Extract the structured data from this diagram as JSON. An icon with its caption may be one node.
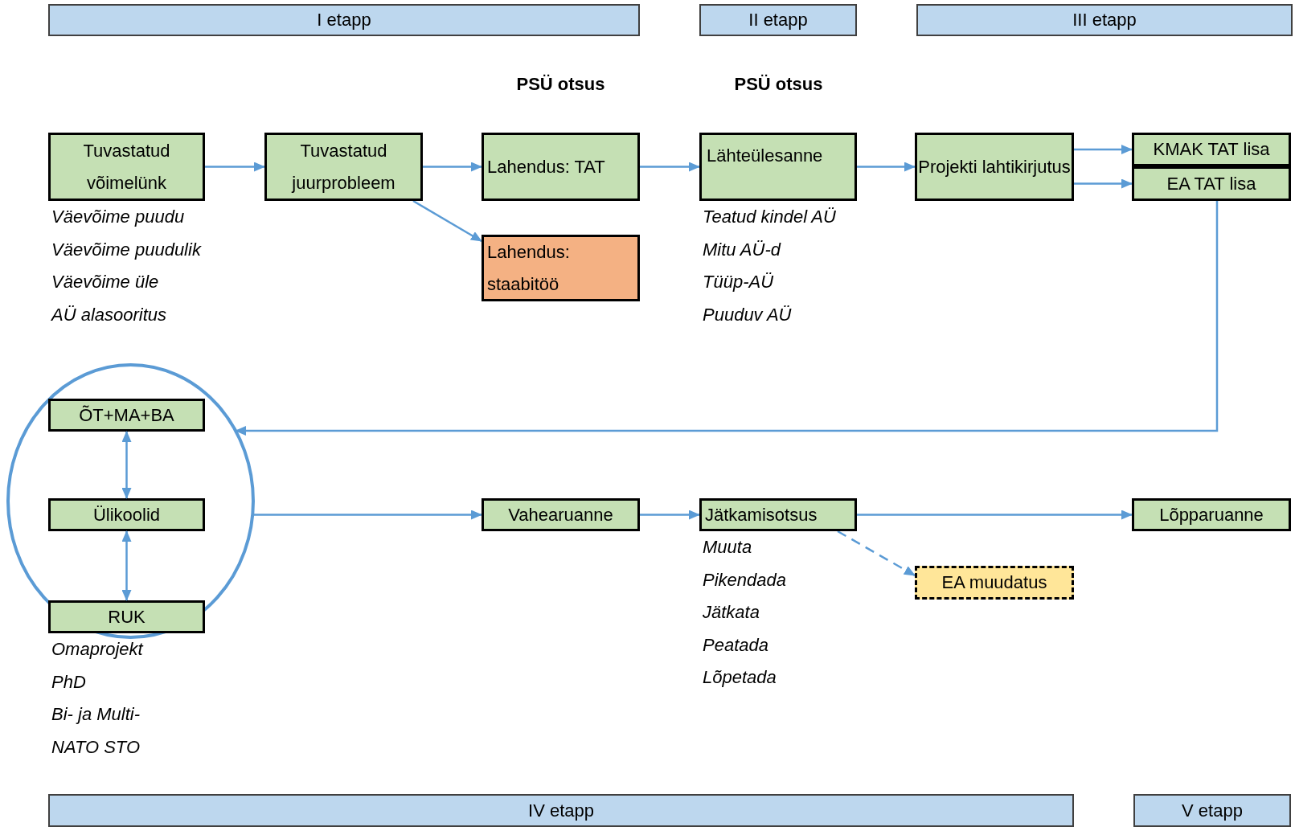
{
  "diagram": {
    "nodes": [
      {
        "text": [
          "I etapp"
        ]
      },
      {
        "text": [
          "II etapp"
        ]
      },
      {
        "text": [
          "III etapp"
        ]
      },
      {
        "text": [
          "Tuvastatud võimelünk"
        ],
        "beside": [
          "Väevõime puudu",
          "Väevõime puudulik",
          "Väevõime üle",
          "AÜ alasooritus"
        ]
      },
      {
        "text": [
          "Tuvastatud juurprobleem"
        ]
      },
      {
        "text": [
          "Lahendus: TAT"
        ]
      },
      {
        "text": [
          "Lahendus: staabitöö"
        ]
      },
      {
        "text": [
          "Lähteülesanne"
        ],
        "beside": [
          "Teatud kindel AÜ",
          "Mitu AÜ-d",
          "Tüüp-AÜ",
          "Puuduv AÜ"
        ]
      },
      {
        "text": [
          "Projekti lahtikirjutus"
        ]
      },
      {
        "text": [
          "KMAK TAT lisa"
        ]
      },
      {
        "text": [
          "EA TAT lisa"
        ]
      },
      {
        "text": [],
        "shape": "ellipse"
      },
      {
        "text": [
          "ÕT+MA+BA"
        ],
        "in": 11
      },
      {
        "text": [
          "Ülikoolid"
        ],
        "in": 11
      },
      {
        "text": [
          "RUK"
        ],
        "in": 11,
        "beside": [
          "Omaprojekt",
          "PhD",
          "Bi- ja Multi-",
          "NATO STO"
        ]
      },
      {
        "text": [
          "Vahearuanne"
        ]
      },
      {
        "text": [
          "Jätkamisotsus"
        ],
        "beside": [
          "Muuta",
          "Pikendada",
          "Jätkata",
          "Peatada",
          "Lõpetada"
        ]
      },
      {
        "text": [
          "EA muudatus"
        ]
      },
      {
        "text": [
          "Lõpparuanne"
        ]
      },
      {
        "text": [
          "IV etapp"
        ]
      },
      {
        "text": [
          "V etapp"
        ]
      }
    ],
    "edges": [
      {
        "from": 3,
        "to": 4,
        "arrow": "to"
      },
      {
        "from": 4,
        "to": 5,
        "arrow": "to"
      },
      {
        "from": 4,
        "to": 6,
        "arrow": "to"
      },
      {
        "from": 5,
        "to": 7,
        "arrow": "to"
      },
      {
        "from": 7,
        "to": 8,
        "arrow": "to"
      },
      {
        "from": 8,
        "to": 9,
        "arrow": "to"
      },
      {
        "from": 8,
        "to": 10,
        "arrow": "to"
      },
      {
        "from": 10,
        "to": 11,
        "arrow": "to"
      },
      {
        "from": 12,
        "to": 13,
        "arrow": "both"
      },
      {
        "from": 13,
        "to": 14,
        "arrow": "both"
      },
      {
        "from": 11,
        "to": 15,
        "arrow": "to"
      },
      {
        "from": 15,
        "to": 16,
        "arrow": "to"
      },
      {
        "from": 16,
        "to": 18,
        "arrow": "to"
      },
      {
        "from": 16,
        "to": 17,
        "arrow": "to",
        "style": "dashed"
      }
    ],
    "labels": [
      "PSÜ otsus",
      "PSÜ otsus"
    ]
  }
}
